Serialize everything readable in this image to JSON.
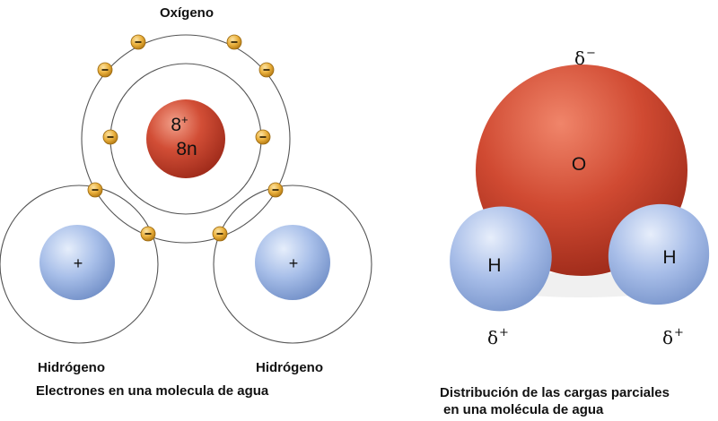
{
  "left_diagram": {
    "oxygen_label": "Oxígeno",
    "nucleus_charge": "8",
    "nucleus_charge_sign": "+",
    "nucleus_neutrons": "8n",
    "hydrogen_left_label": "Hidrógeno",
    "hydrogen_right_label": "Hidrógeno",
    "proton_symbol": "+",
    "electron_symbol": "−",
    "caption": "Electrones en una molecula de agua"
  },
  "right_diagram": {
    "oxygen_symbol": "O",
    "hydrogen_left_symbol": "H",
    "hydrogen_right_symbol": "H",
    "delta_symbol": "δ",
    "delta_minus": "−",
    "delta_plus": "+",
    "caption_line1": "Distribución de las cargas parciales",
    "caption_line2": "en una molécula de agua"
  },
  "colors": {
    "oxygen": "#c8402c",
    "hydrogen": "#9db4e2",
    "electron": "#e5a22a"
  }
}
